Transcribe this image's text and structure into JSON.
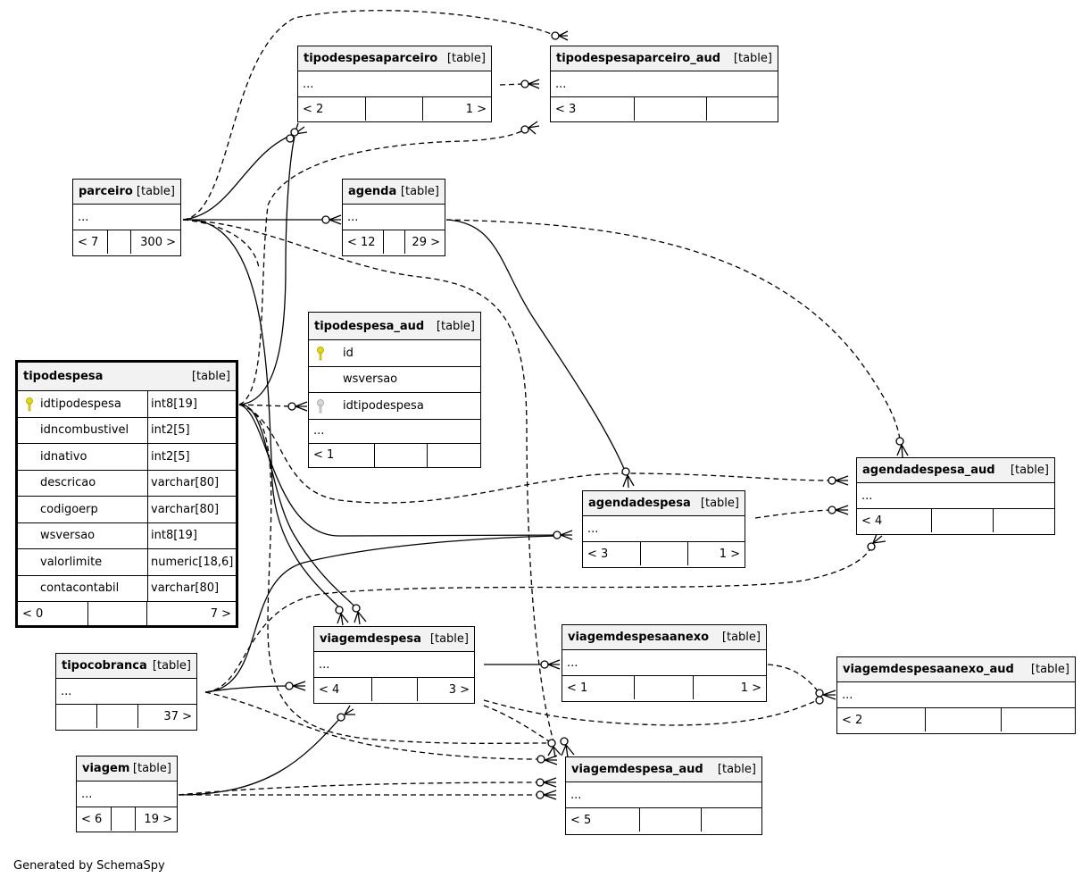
{
  "colors": {
    "line": "#000000",
    "header_bg": "#f2f2f2",
    "primary_key": "#e8d800",
    "foreign_key": "#bbbbbb"
  },
  "tables": {
    "tipodespesaparceiro": {
      "name": "tipodespesaparceiro",
      "tag": "[table]",
      "dots": "...",
      "parents": "< 2",
      "children": "1 >"
    },
    "tipodespesaparceiro_aud": {
      "name": "tipodespesaparceiro_aud",
      "tag": "[table]",
      "dots": "...",
      "parents": "< 3"
    },
    "parceiro": {
      "name": "parceiro",
      "tag": "[table]",
      "dots": "...",
      "parents": "< 7",
      "rows": "300 >"
    },
    "agenda": {
      "name": "agenda",
      "tag": "[table]",
      "dots": "...",
      "parents": "< 12",
      "rows": "29 >"
    },
    "tipodespesa_aud": {
      "name": "tipodespesa_aud",
      "tag": "[table]",
      "columns": [
        {
          "name": "id",
          "key": "primary-key-icon"
        },
        {
          "name": "wsversao",
          "key": ""
        },
        {
          "name": "idtipodespesa",
          "key": "foreign-key-icon"
        }
      ],
      "dots": "...",
      "parents": "< 1"
    },
    "tipodespesa": {
      "name": "tipodespesa",
      "tag": "[table]",
      "columns": [
        {
          "name": "idtipodespesa",
          "type": "int8[19]",
          "key": "primary-key-icon"
        },
        {
          "name": "idncombustivel",
          "type": "int2[5]",
          "key": ""
        },
        {
          "name": "idnativo",
          "type": "int2[5]",
          "key": ""
        },
        {
          "name": "descricao",
          "type": "varchar[80]",
          "key": ""
        },
        {
          "name": "codigoerp",
          "type": "varchar[80]",
          "key": ""
        },
        {
          "name": "wsversao",
          "type": "int8[19]",
          "key": ""
        },
        {
          "name": "valorlimite",
          "type": "numeric[18,6]",
          "key": ""
        },
        {
          "name": "contacontabil",
          "type": "varchar[80]",
          "key": ""
        }
      ],
      "parents": "< 0",
      "children": "7 >"
    },
    "agendadespesa_aud": {
      "name": "agendadespesa_aud",
      "tag": "[table]",
      "dots": "...",
      "parents": "< 4"
    },
    "agendadespesa": {
      "name": "agendadespesa",
      "tag": "[table]",
      "dots": "...",
      "parents": "< 3",
      "children": "1 >"
    },
    "viagemdespesaanexo": {
      "name": "viagemdespesaanexo",
      "tag": "[table]",
      "dots": "...",
      "parents": "< 1",
      "children": "1 >"
    },
    "viagemdespesaanexo_aud": {
      "name": "viagemdespesaanexo_aud",
      "tag": "[table]",
      "dots": "...",
      "parents": "< 2"
    },
    "tipocobranca": {
      "name": "tipocobranca",
      "tag": "[table]",
      "dots": "...",
      "rows": "37 >"
    },
    "viagemdespesa": {
      "name": "viagemdespesa",
      "tag": "[table]",
      "dots": "...",
      "parents": "< 4",
      "children": "3 >"
    },
    "viagem": {
      "name": "viagem",
      "tag": "[table]",
      "dots": "...",
      "parents": "< 6",
      "rows": "19 >"
    },
    "viagemdespesa_aud": {
      "name": "viagemdespesa_aud",
      "tag": "[table]",
      "dots": "...",
      "parents": "< 5"
    }
  },
  "footer": "Generated by SchemaSpy"
}
